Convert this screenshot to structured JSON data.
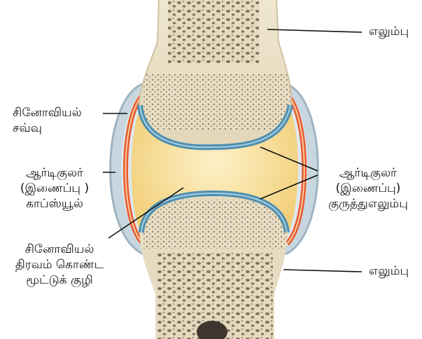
{
  "labels": {
    "bone_top": "எலும்பு",
    "bone_bottom": "எலும்பு",
    "synovial_membrane": "சினோவியல்\nசவ்வு",
    "articular_capsule": "ஆர்டிகுலர்\n(இணைப்பு )\nகாப்ஸ்யூல்",
    "synovial_cavity": "சினோவியல்\nதிரவம் கொண்ட\nமூட்டுக் குழி",
    "articular_cartilage": "ஆர்டிகுலர்\n(இணைப்பு)\nகுருத்துஎலும்பு"
  },
  "colors": {
    "bone": "#e6dcc2",
    "bone_pores": "#5a4f44",
    "cartilage": "#4e8fb0",
    "synovial_fluid": "#f7dc8e",
    "synovial_membrane": "#ea5a2b",
    "capsule": "#b8cbd6"
  }
}
